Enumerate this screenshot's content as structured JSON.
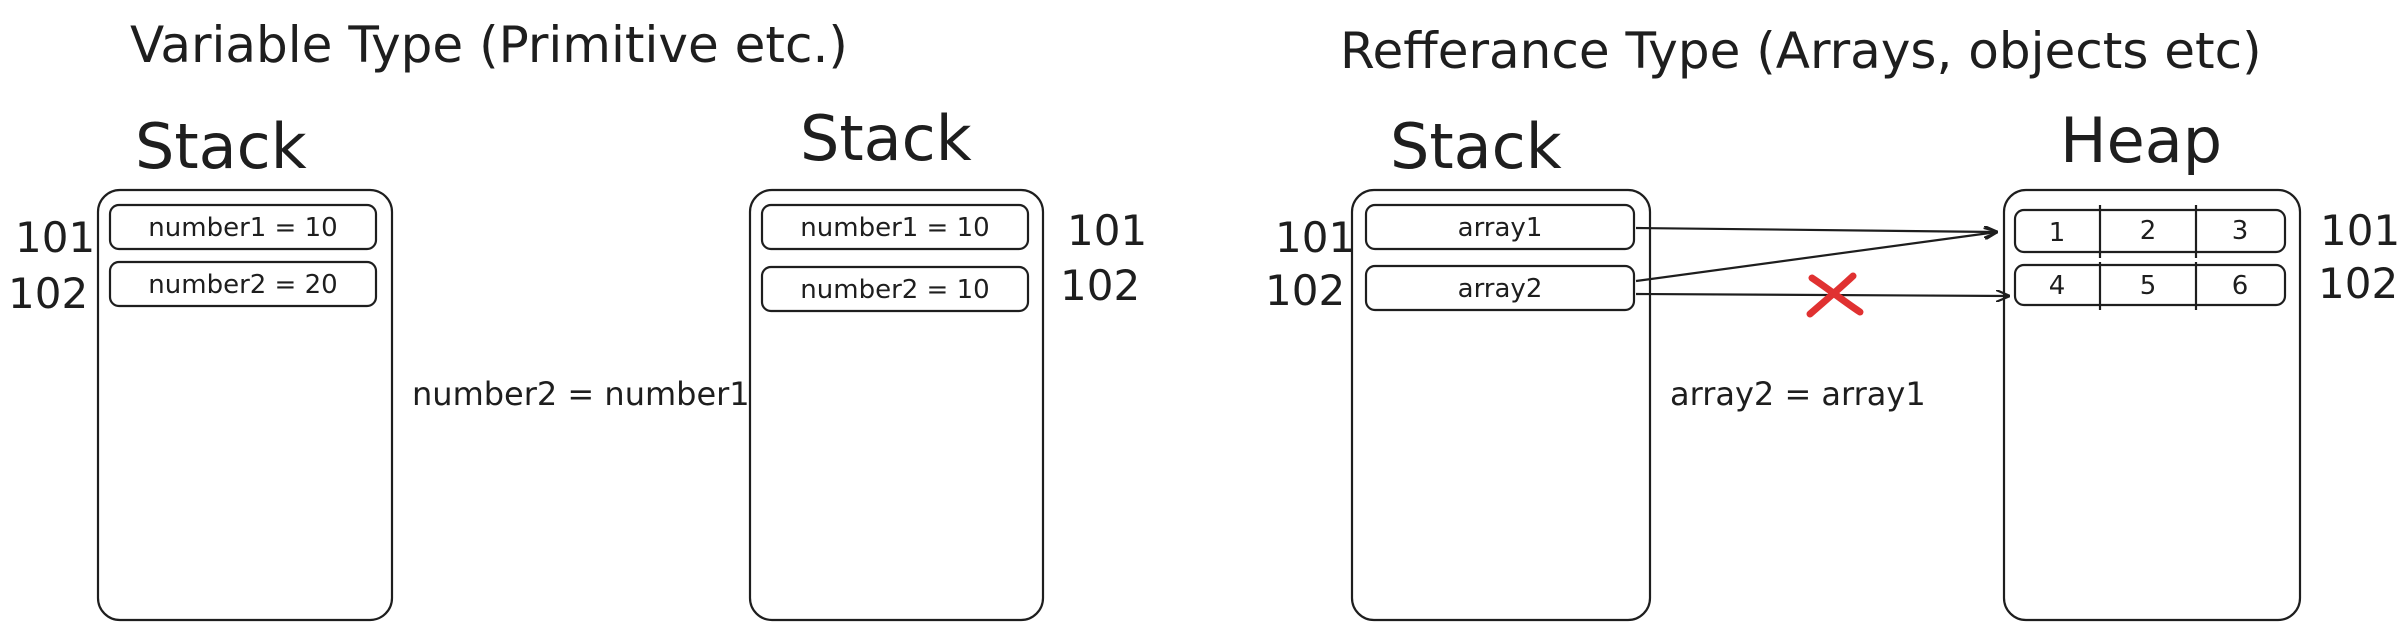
{
  "titles": {
    "variable": "Variable Type (Primitive etc.)",
    "reference": "Refferance Type (Arrays, objects etc)"
  },
  "labels": {
    "stack": "Stack",
    "heap": "Heap"
  },
  "addresses": {
    "a101": "101",
    "a102": "102"
  },
  "primitive_before": {
    "row1": "number1 = 10",
    "row2": "number2 = 20"
  },
  "primitive_after": {
    "row1": "number1 = 10",
    "row2": "number2 = 10"
  },
  "primitive_assignment": "number2 = number1",
  "reference_stack": {
    "row1": "array1",
    "row2": "array2"
  },
  "reference_assignment": "array2 = array1",
  "heap": {
    "row1": [
      "1",
      "2",
      "3"
    ],
    "row2": [
      "4",
      "5",
      "6"
    ]
  },
  "colors": {
    "ink": "#1e1e1e",
    "cross": "#e03131"
  }
}
